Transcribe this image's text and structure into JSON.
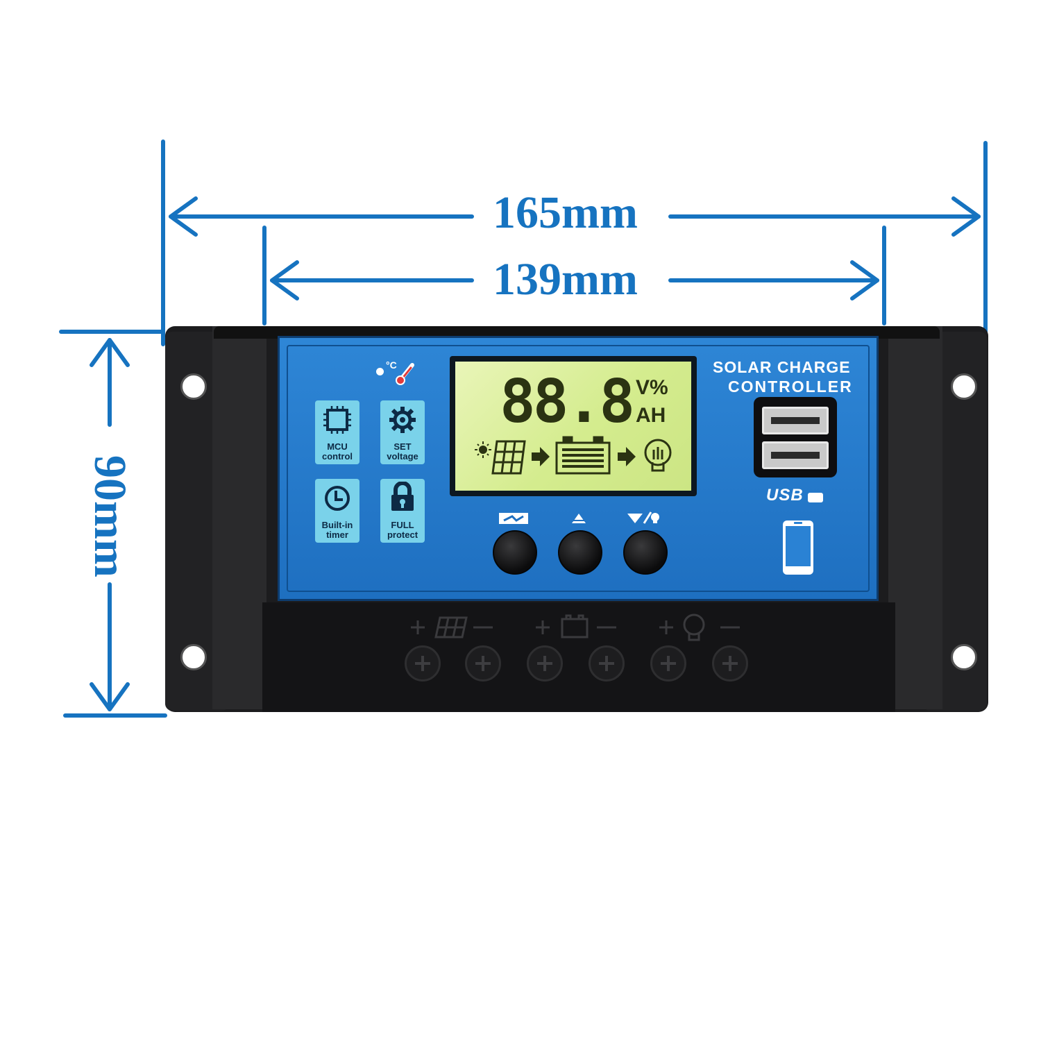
{
  "dimensions": {
    "overall_width": "165mm",
    "inner_width": "139mm",
    "height": "90mm"
  },
  "product": {
    "brand_line1": "SOLAR CHARGE",
    "brand_line2": "CONTROLLER",
    "usb_label": "USB"
  },
  "features": [
    {
      "label_line1": "MCU",
      "label_line2": "control",
      "icon": "chip-icon"
    },
    {
      "label_line1": "SET",
      "label_line2": "voltage",
      "icon": "gear-icon"
    },
    {
      "label_line1": "Built-in",
      "label_line2": "timer",
      "icon": "clock-icon"
    },
    {
      "label_line1": "FULL",
      "label_line2": "protect",
      "icon": "lock-icon"
    }
  ],
  "temperature_label": "°C",
  "lcd": {
    "digits": "88.8",
    "unit_top": "V%",
    "unit_bottom": "AH"
  },
  "colors": {
    "dimension_blue": "#1673c0",
    "panel_blue": "#2580d0",
    "lcd_green": "#d8ee96",
    "body_black": "#1c1c1e"
  }
}
